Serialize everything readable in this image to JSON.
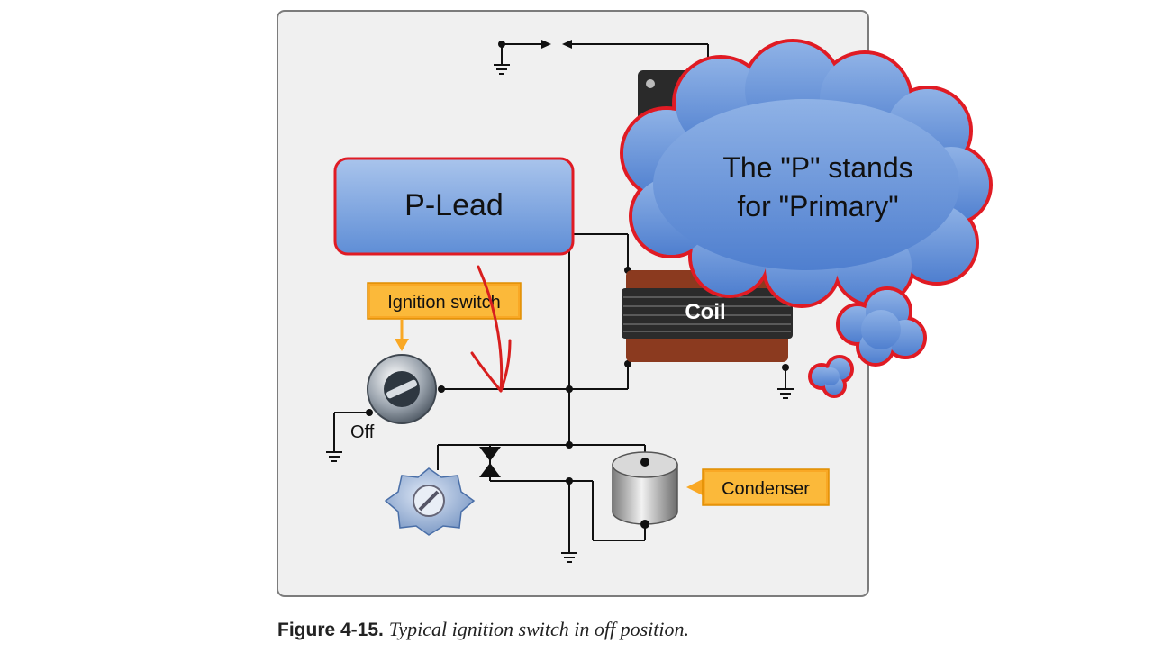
{
  "diagram": {
    "labels": {
      "ignition_switch": "Ignition switch",
      "off": "Off",
      "coil": "Coil",
      "condenser": "Condenser"
    },
    "callouts": {
      "p_lead": "P-Lead",
      "cloud_line1": "The \"P\" stands",
      "cloud_line2": "for \"Primary\""
    },
    "caption": {
      "figure_number": "Figure 4-15.",
      "text": "Typical ignition switch in off position."
    },
    "colors": {
      "label_fill": "#f9a825",
      "callout_blue": "#6f9bd8",
      "callout_border": "#e01b24",
      "panel_bg": "#f0f0f0",
      "annotation_red": "#d81e1e"
    }
  }
}
